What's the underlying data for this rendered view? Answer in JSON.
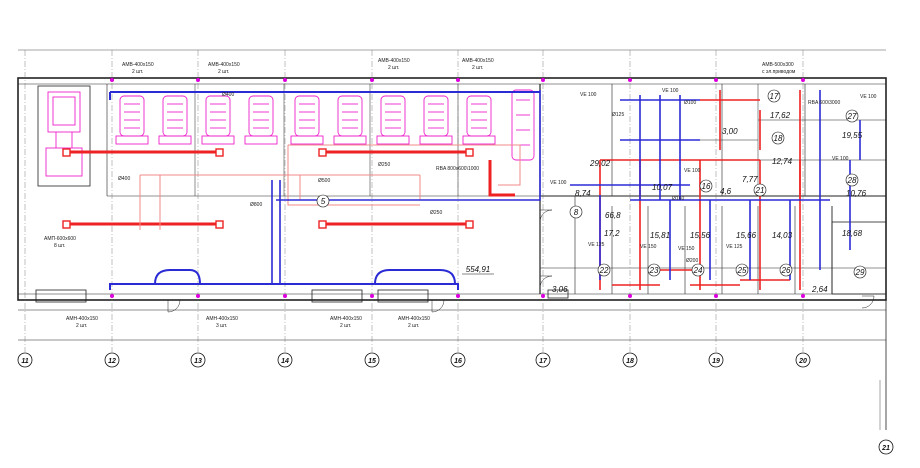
{
  "axes": [
    "11",
    "12",
    "13",
    "14",
    "15",
    "16",
    "17",
    "18",
    "19",
    "20",
    "21"
  ],
  "top_labels": [
    {
      "t": "АМВ-400х150",
      "s": "2 шт."
    },
    {
      "t": "АМВ-400х150",
      "s": "2 шт."
    },
    {
      "t": "АМВ-400х150",
      "s": "2 шт."
    },
    {
      "t": "АМВ-400х150",
      "s": "2 шт."
    }
  ],
  "bottom_labels": [
    {
      "t": "АМН-400х150",
      "s": "2 шт."
    },
    {
      "t": "АМН-400х150",
      "s": "3 шт."
    },
    {
      "t": "АМН-400х150",
      "s": "2 шт."
    },
    {
      "t": "АМН-400х150",
      "s": "2 шт."
    }
  ],
  "side_label": {
    "t": "АМП-600х600",
    "s": "8 шт."
  },
  "rba_label": "RBA 800х600\\1000",
  "rba_label_right": "RBA 600\\3000",
  "big_area": "554,91",
  "hall_circle": "5",
  "amb_right": {
    "t": "АМВ-500х300",
    "s": "с эл.приводом"
  },
  "rooms": [
    {
      "n": "8",
      "a": "8,74"
    },
    {
      "n": "",
      "a": "66,8"
    },
    {
      "n": "",
      "a": "10,07"
    },
    {
      "n": "16",
      "a": "7,77"
    },
    {
      "n": "17",
      "a": "17,62"
    },
    {
      "n": "27",
      "a": "19,55"
    },
    {
      "n": "18",
      "a": "12,74"
    },
    {
      "n": "",
      "a": "3,00"
    },
    {
      "n": "",
      "a": "29,02"
    },
    {
      "n": "22",
      "a": "17,2"
    },
    {
      "n": "23",
      "a": "15,81"
    },
    {
      "n": "24",
      "a": "15,56"
    },
    {
      "n": "25",
      "a": "15,66"
    },
    {
      "n": "26",
      "a": "14,03"
    },
    {
      "n": "29",
      "a": "18,68"
    },
    {
      "n": "21",
      "a": "4,6"
    },
    {
      "n": "",
      "a": "3,06"
    },
    {
      "n": "",
      "a": "2,64"
    },
    {
      "n": "28",
      "a": "10,76"
    }
  ],
  "ve_labels": [
    "VE 100",
    "VE 100",
    "VE 100",
    "VE 100",
    "VE 125",
    "VE 150",
    "VE 125",
    "VE 150",
    "VE 100",
    "VE 100"
  ],
  "diam_labels": [
    "Ø400",
    "Ø500",
    "Ø250",
    "Ø250",
    "Ø200",
    "Ø160",
    "Ø125",
    "Ø100",
    "Ø800",
    "Ø400"
  ],
  "colors": {
    "supply": "#ee2222",
    "exhaust": "#2b2bd6",
    "equip": "#ee22cc",
    "grid": "#666666",
    "wall": "#222222"
  }
}
